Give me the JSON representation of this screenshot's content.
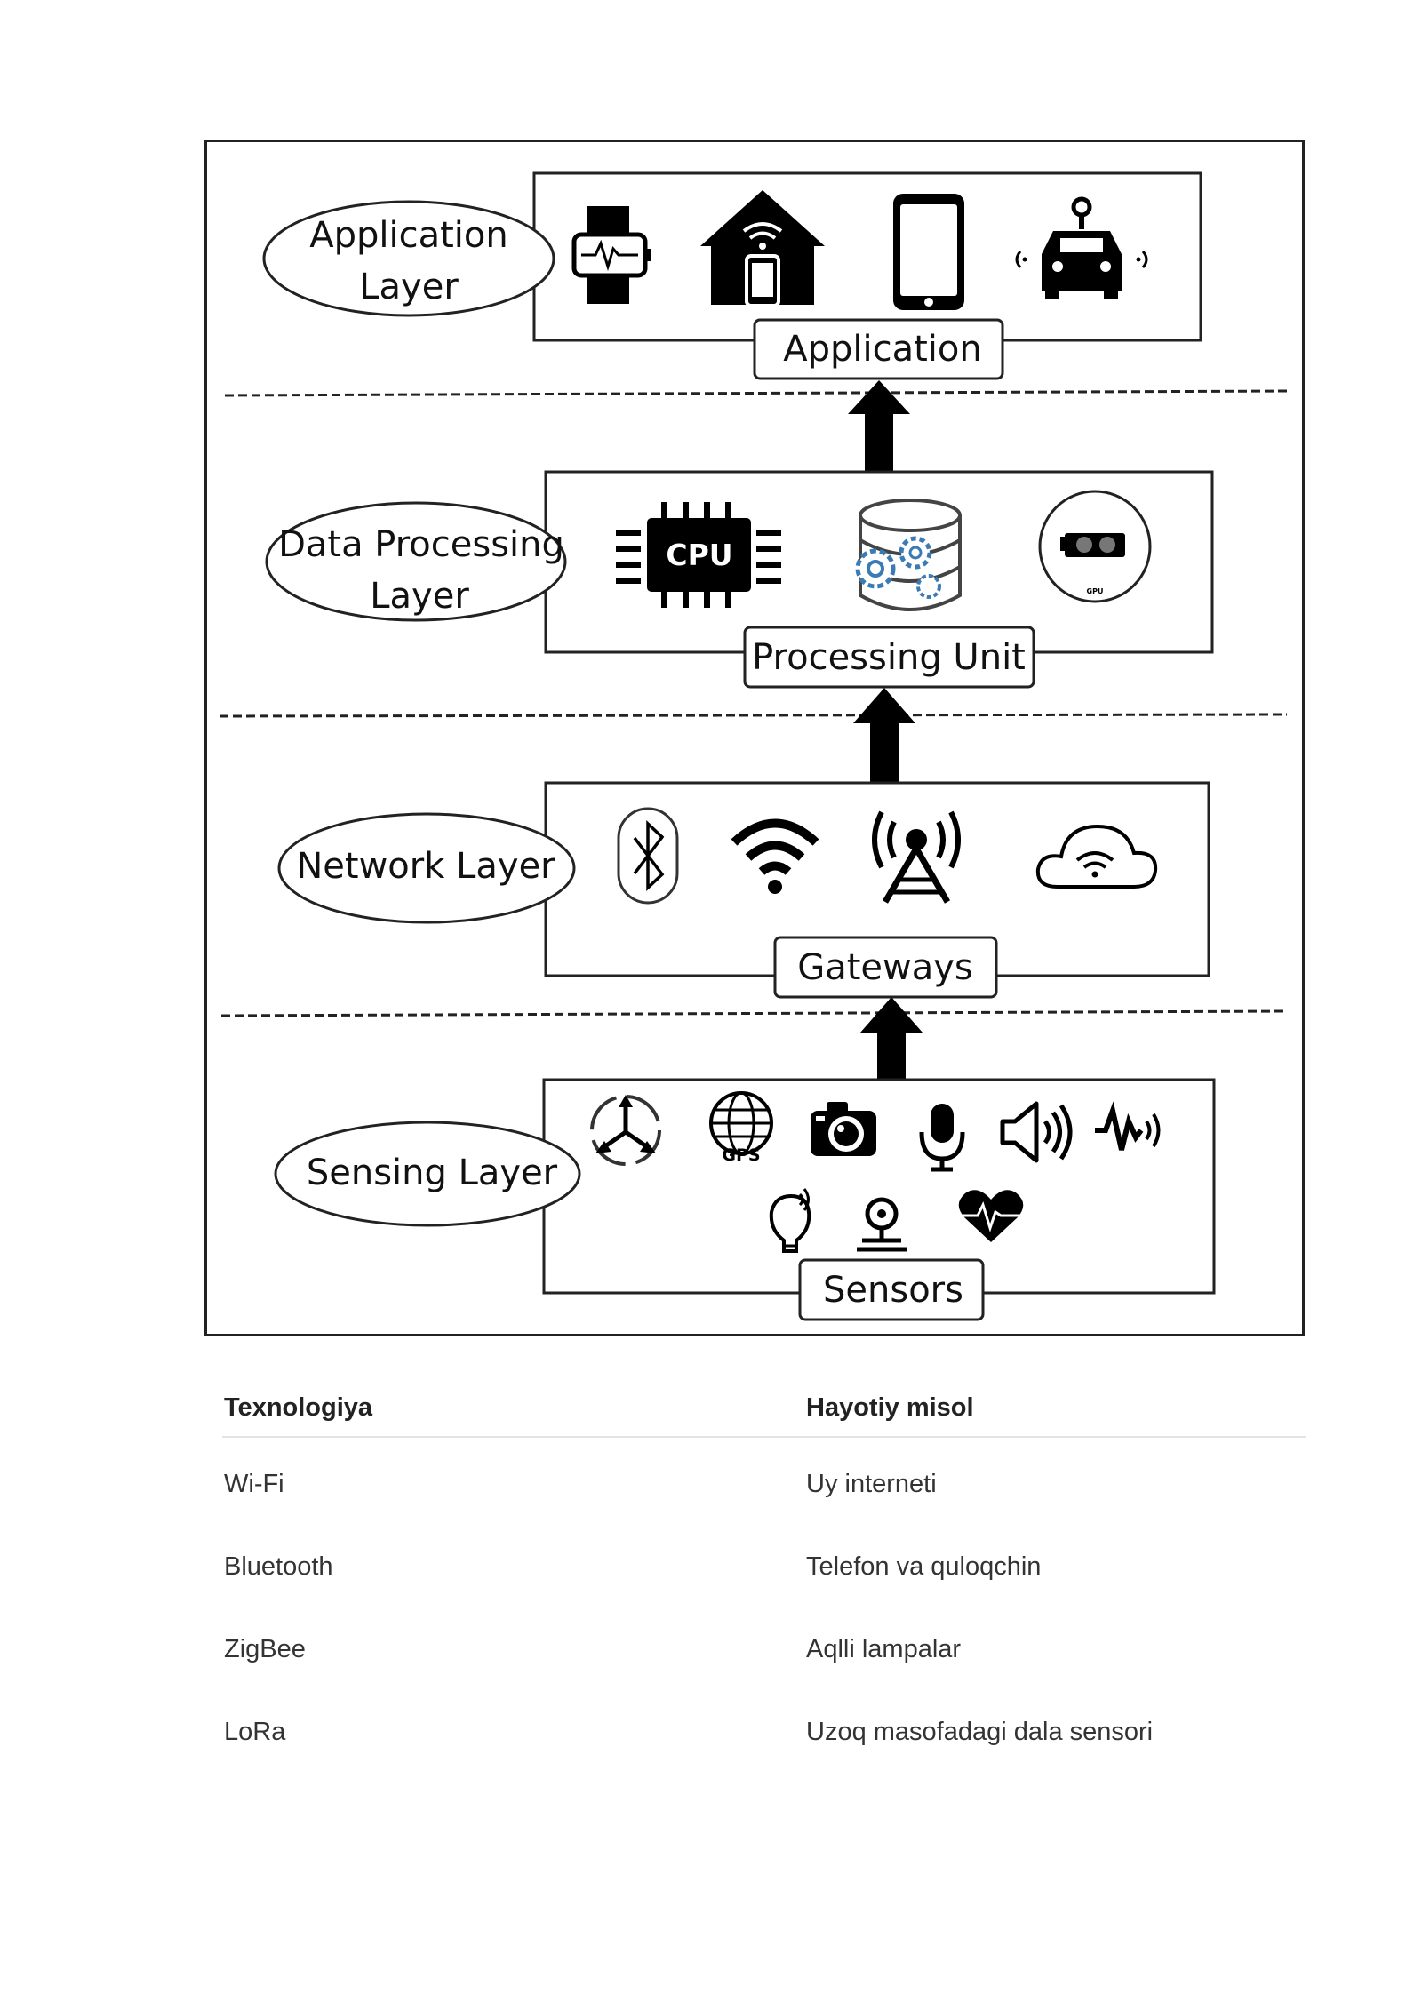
{
  "diagram": {
    "layers": [
      {
        "name_line1": "Application",
        "name_line2": "Layer",
        "box_label": "Application",
        "icons": [
          "smartwatch-icon",
          "smart-home-icon",
          "smartphone-icon",
          "connected-car-icon"
        ]
      },
      {
        "name_line1": "Data Processing",
        "name_line2": "Layer",
        "box_label": "Processing Unit",
        "icons": [
          "cpu-chip-icon",
          "database-gears-icon",
          "gpu-icon"
        ]
      },
      {
        "name_line1": "Network Layer",
        "name_line2": "",
        "box_label": "Gateways",
        "icons": [
          "bluetooth-icon",
          "wifi-icon",
          "cell-tower-icon",
          "cloud-wifi-icon"
        ]
      },
      {
        "name_line1": "Sensing Layer",
        "name_line2": "",
        "box_label": "Sensors",
        "icons": [
          "rotation-sensor-icon",
          "gps-globe-icon",
          "camera-icon",
          "microphone-icon",
          "speaker-icon",
          "vibration-sensor-icon",
          "smart-bulb-icon",
          "proximity-sensor-icon",
          "heart-rate-icon"
        ]
      }
    ],
    "cpu_chip_text": "CPU",
    "gps_text": "GPS",
    "gpu_text": "GPU"
  },
  "table": {
    "headers": [
      "Texnologiya",
      "Hayotiy misol"
    ],
    "rows": [
      [
        "Wi-Fi",
        "Uy interneti"
      ],
      [
        "Bluetooth",
        "Telefon va quloqchin"
      ],
      [
        "ZigBee",
        "Aqlli lampalar"
      ],
      [
        "LoRa",
        "Uzoq masofadagi dala sensori"
      ]
    ]
  }
}
